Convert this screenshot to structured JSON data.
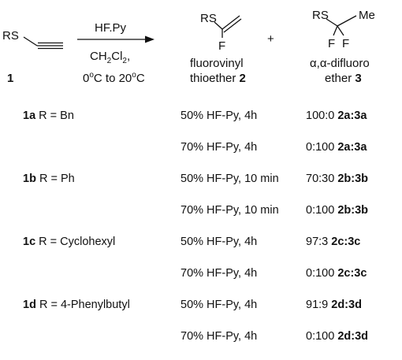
{
  "scheme": {
    "reactant_group": "RS",
    "reactant_label": "1",
    "reagent": "HF.Py",
    "solvent_main": "CH",
    "solvent_sub": "2",
    "solvent_main2": "Cl",
    "solvent_sub2": "2",
    "solvent_end": ",",
    "temp_a": "0",
    "temp_deg_a": "o",
    "temp_b": "C to 20",
    "temp_deg_b": "o",
    "temp_c": "C",
    "product1_group": "RS",
    "product1_f": "F",
    "product1_name1": "fluorovinyl",
    "product1_name2": "thioether",
    "product1_num": "2",
    "plus": "+",
    "product2_group": "RS",
    "product2_me": "Me",
    "product2_f1": "F",
    "product2_f2": "F",
    "product2_name1": "α,α-difluoro",
    "product2_name2": "ether",
    "product2_num": "3"
  },
  "rows": [
    {
      "id": "1a",
      "r": " R = Bn",
      "cond": "50% HF-Py, 4h",
      "ratio": "100:0",
      "prod": "2a:3a"
    },
    {
      "id": "",
      "r": "",
      "cond": "70% HF-Py, 4h",
      "ratio": "0:100",
      "prod": "2a:3a"
    },
    {
      "id": "1b",
      "r": " R = Ph",
      "cond": "50% HF-Py, 10 min",
      "ratio": "70:30",
      "prod": "2b:3b"
    },
    {
      "id": "",
      "r": "",
      "cond": "70% HF-Py, 10 min",
      "ratio": "0:100",
      "prod": "2b:3b"
    },
    {
      "id": "1c",
      "r": " R = Cyclohexyl",
      "cond": "50% HF-Py, 4h",
      "ratio": "97:3",
      "prod": "2c:3c"
    },
    {
      "id": "",
      "r": "",
      "cond": "70% HF-Py, 4h",
      "ratio": "0:100",
      "prod": "2c:3c"
    },
    {
      "id": "1d",
      "r": " R = 4-Phenylbutyl",
      "cond": "50% HF-Py, 4h",
      "ratio": "91:9",
      "prod": "2d:3d"
    },
    {
      "id": "",
      "r": "",
      "cond": "70% HF-Py, 4h",
      "ratio": "0:100",
      "prod": "2d:3d"
    }
  ]
}
